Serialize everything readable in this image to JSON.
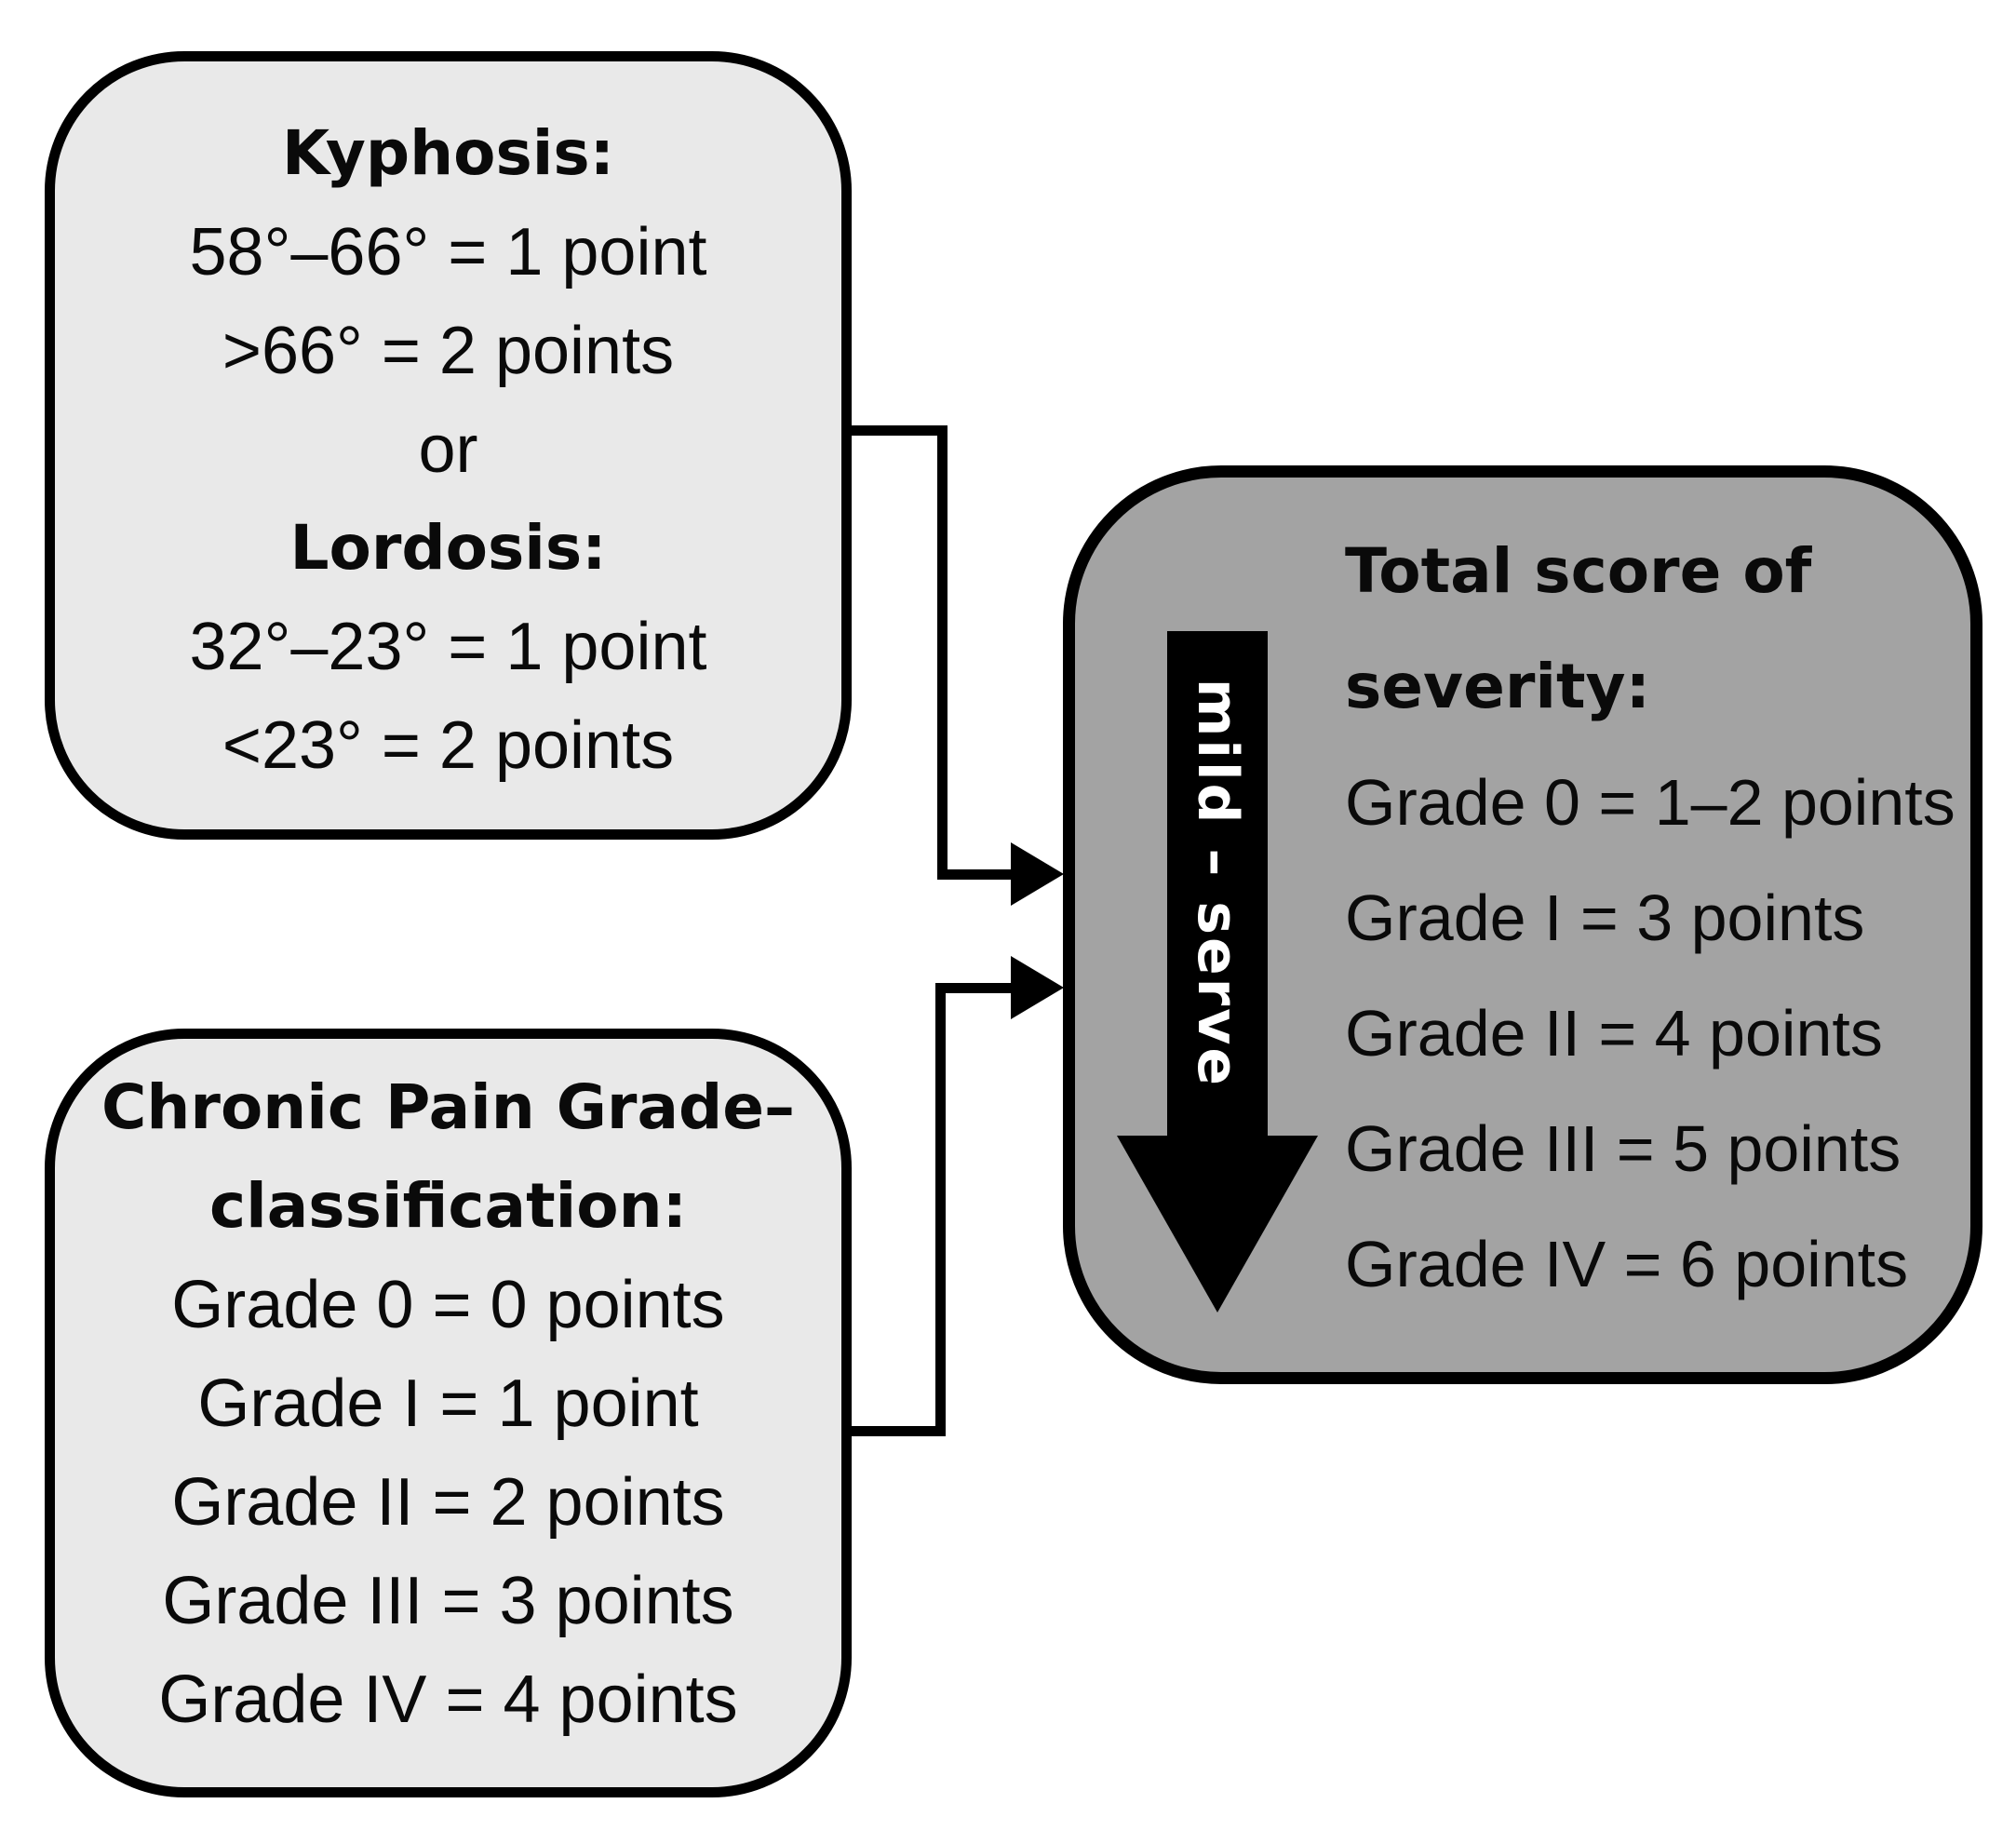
{
  "colors": {
    "background": "#ffffff",
    "light_box_fill": "#e9e9e9",
    "dark_box_fill": "#a3a3a3",
    "line_color": "#000000",
    "arrow_label_color": "#ffffff"
  },
  "kyphosis_box": {
    "heading1": "Kyphosis:",
    "line1": "58°–66° = 1 point",
    "line2": ">66° = 2 points",
    "or": "or",
    "heading2": "Lordosis:",
    "line3": "32°–23° = 1 point",
    "line4": "<23° = 2 points"
  },
  "chronic_pain_box": {
    "heading_line1": "Chronic Pain Grade–",
    "heading_line2": "classification:",
    "line1": "Grade 0 = 0 points",
    "line2": "Grade I = 1 point",
    "line3": "Grade II = 2 points",
    "line4": "Grade III = 3 points",
    "line5": "Grade IV = 4 points"
  },
  "total_score_box": {
    "heading_line1": "Total score of",
    "heading_line2": "severity:",
    "line1": "Grade 0 = 1–2 points",
    "line2": "Grade I = 3 points",
    "line3": "Grade II = 4 points",
    "line4": "Grade III = 5 points",
    "line5": "Grade IV = 6 points",
    "severity_arrow_label": "mild – serve"
  }
}
